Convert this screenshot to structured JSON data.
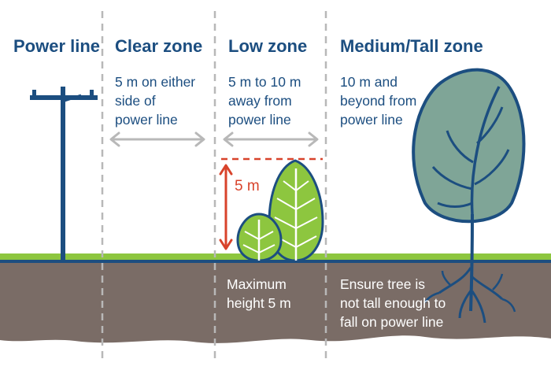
{
  "headings": {
    "power_line": "Power line",
    "clear_zone": "Clear zone",
    "low_zone": "Low zone",
    "tall_zone": "Medium/Tall zone"
  },
  "descriptions": {
    "clear_zone": [
      "5 m on either",
      "side of",
      "power line"
    ],
    "low_zone": [
      "5 m to 10 m",
      "away from",
      "power line"
    ],
    "tall_zone": [
      "10 m and",
      "beyond from",
      "power line"
    ]
  },
  "height_marker": {
    "label": "5 m"
  },
  "ground_notes": {
    "low_zone": [
      "Maximum",
      "height 5 m"
    ],
    "tall_zone": [
      "Ensure tree is",
      "not tall enough to",
      "fall on power line"
    ]
  },
  "colors": {
    "navy": "#1c4e80",
    "grass": "#8dc63f",
    "soil": "#7a6c66",
    "divider": "#b8b8b8",
    "arrow": "#b8b8b8",
    "height_red": "#d8432b",
    "tree_canopy": "#7fa597",
    "shrub": "#8dc63f"
  },
  "icons": {
    "pole": "power-pole-icon",
    "shrubs": "shrub-icon",
    "tree": "tall-tree-icon"
  }
}
